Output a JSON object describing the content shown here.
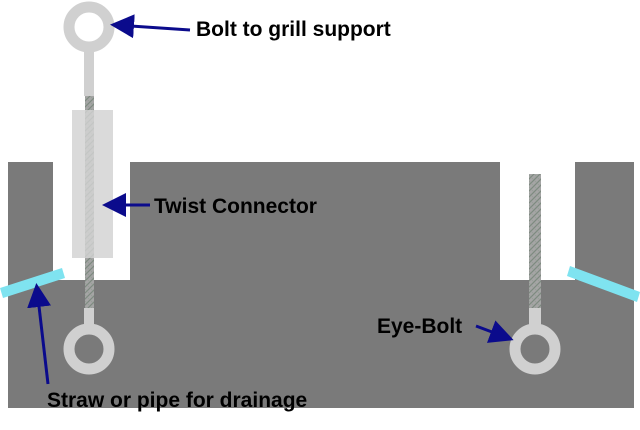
{
  "labels": {
    "bolt_to_grill_support": "Bolt to grill support",
    "twist_connector": "Twist Connector",
    "eye_bolt": "Eye-Bolt",
    "straw_or_pipe": "Straw or pipe for drainage"
  },
  "colors": {
    "background": "#ffffff",
    "block": "#7a7a7a",
    "eye_ring": "#d0d0d0",
    "rod": "#a5a5a5",
    "rod_thread": "#7e8a80",
    "connector": "#dadada",
    "straw": "#7fe3f0",
    "arrow": "#0b0b8c"
  }
}
